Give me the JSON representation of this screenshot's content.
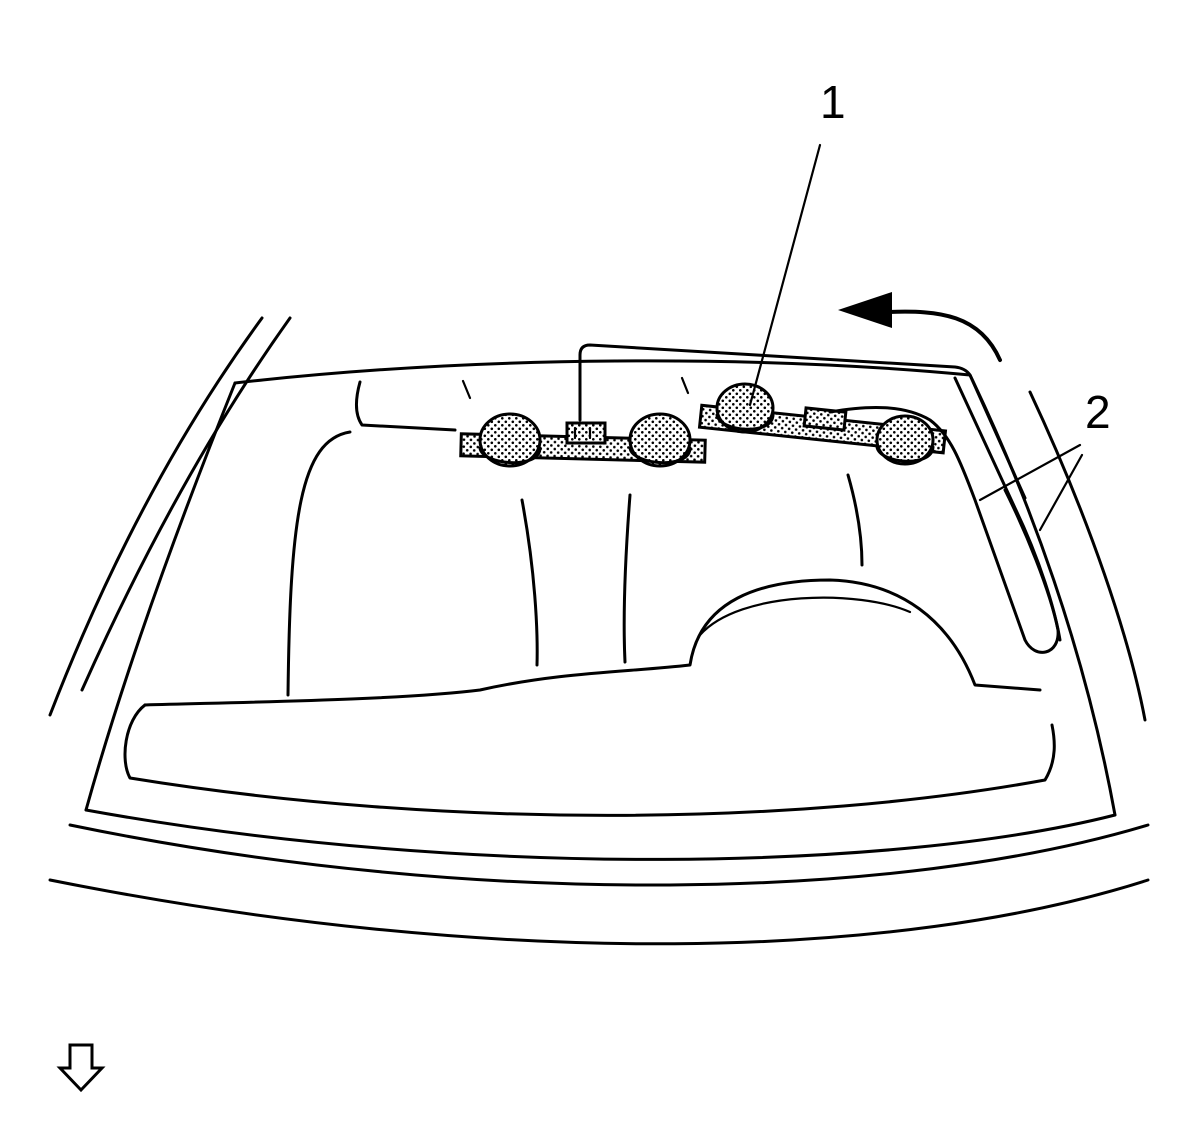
{
  "figure": {
    "callouts": [
      {
        "id": "1",
        "label": "1"
      },
      {
        "id": "2",
        "label": "2"
      }
    ],
    "direction_arrow": "down-arrow-icon",
    "pattern": "stipple"
  }
}
